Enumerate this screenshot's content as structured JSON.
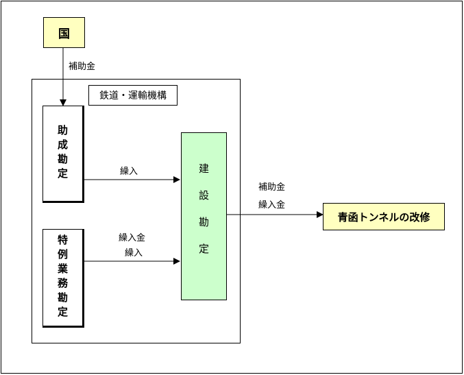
{
  "nodes": {
    "kuni": "国",
    "organization": "鉄道・運輸機構",
    "josei_kanjo": "助成勘定",
    "tokurei_kanjo": "特例業務勘定",
    "kensetsu_kanjo": "建設勘定",
    "seikan": "青函トンネルの改修"
  },
  "edges": {
    "kuni_to_josei": "補助金",
    "josei_to_kensetsu": "繰入",
    "tokurei_to_kensetsu_line1": "繰入金",
    "tokurei_to_kensetsu_line2": "繰入",
    "kensetsu_to_seikan_line1": "補助金",
    "kensetsu_to_seikan_line2": "繰入金"
  },
  "colors": {
    "yellow_fill": "#ffffc0",
    "green_fill": "#ccffcc"
  }
}
